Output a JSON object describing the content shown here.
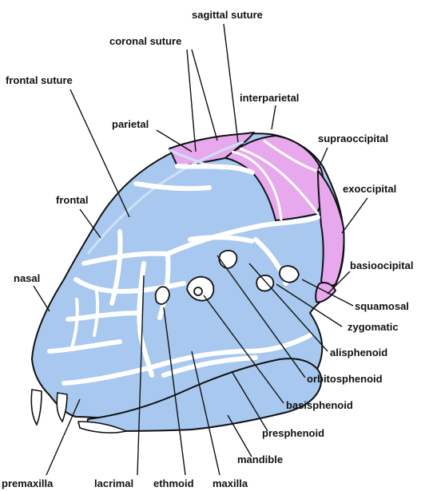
{
  "labels": {
    "sagittal_suture": "sagittal suture",
    "coronal_suture": "coronal suture",
    "frontal_suture": "frontal suture",
    "interparietal": "interparietal",
    "parietal": "parietal",
    "supraoccipital": "supraoccipital",
    "frontal": "frontal",
    "exoccipital": "exoccipital",
    "nasal": "nasal",
    "basioocipital": "basioocipital",
    "squamosal": "squamosal",
    "zygomatic": "zygomatic",
    "alisphenoid": "alisphenoid",
    "orbitosphenoid": "orbitosphenoid",
    "basisphenoid": "basisphenoid",
    "presphenoid": "presphenoid",
    "mandible": "mandible",
    "premaxilla": "premaxilla",
    "lacrimal": "lacrimal",
    "ethmoid": "ethmoid",
    "maxilla": "maxilla"
  },
  "colors": {
    "bone_blue": "#a8c8ef",
    "bone_pink": "#e7a8ee",
    "outline": "#111111"
  }
}
